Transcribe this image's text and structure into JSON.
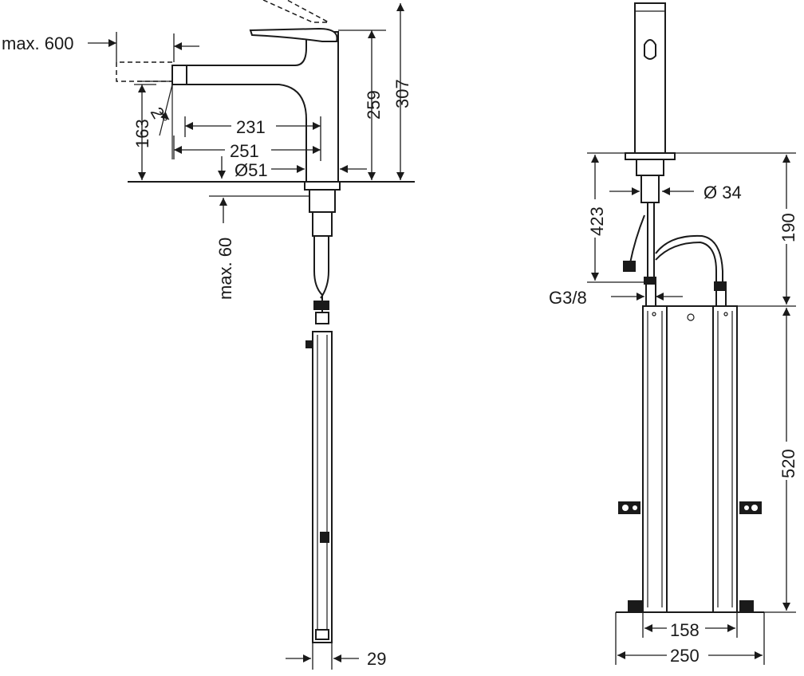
{
  "labels": {
    "max600": "max. 600",
    "d163": "163",
    "angle": "2°",
    "d231": "231",
    "d251": "251",
    "d51": "Ø51",
    "d259": "259",
    "d307": "307",
    "max60": "max. 60",
    "d29": "29",
    "d34": "Ø 34",
    "d423": "423",
    "g38": "G3/8",
    "d190": "190",
    "d520": "520",
    "d158": "158",
    "d250": "250"
  }
}
